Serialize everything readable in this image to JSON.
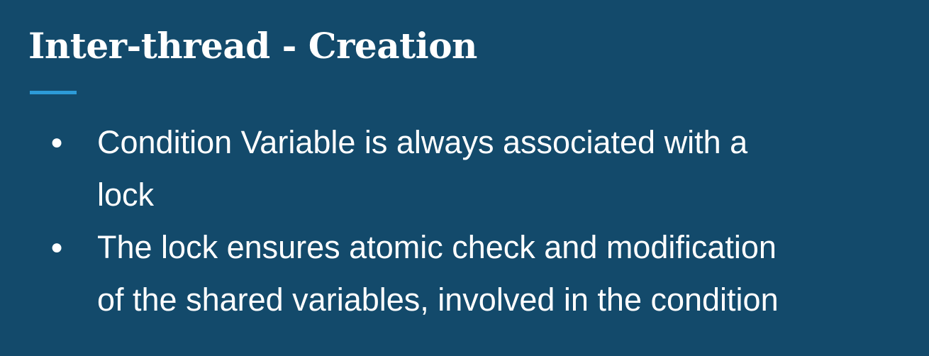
{
  "slide": {
    "title": "Inter-thread - Creation",
    "accent_color": "#2d9bd8",
    "background_color": "#134a6b",
    "bullet_glyph": "●",
    "bullets": [
      {
        "lines": [
          "Condition Variable is always associated with a",
          "lock"
        ]
      },
      {
        "lines": [
          "The lock ensures atomic check and modification",
          "of the shared variables, involved in the condition"
        ]
      }
    ]
  }
}
